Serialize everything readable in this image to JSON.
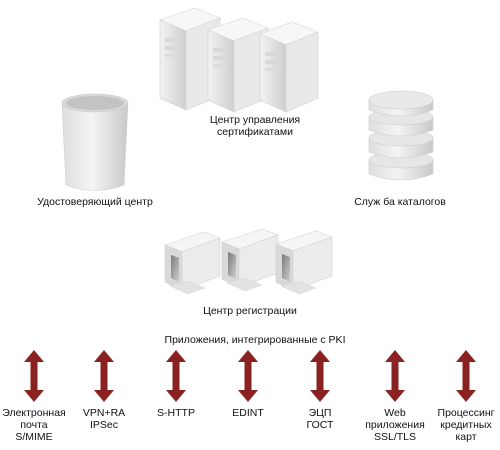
{
  "nodes": {
    "ca": {
      "label": "Удостоверяющий центр",
      "icon": "database-cylinder-icon"
    },
    "cms": {
      "label_line1": "Центр управления",
      "label_line2": "сертификатами",
      "icon": "server-towers-icon"
    },
    "directory": {
      "label": "Служ ба каталогов",
      "icon": "stacked-disk-icon"
    },
    "ra": {
      "label": "Центр регистрации",
      "icon": "workstation-terminals-icon"
    }
  },
  "applications_title": "Приложения, интегрированные с PKI",
  "applications": [
    {
      "lines": [
        "Электронная",
        "почта",
        "S/MIME"
      ]
    },
    {
      "lines": [
        "VPN+RA",
        "IPSec"
      ]
    },
    {
      "lines": [
        "S-HTTP"
      ]
    },
    {
      "lines": [
        "EDINT"
      ]
    },
    {
      "lines": [
        "ЭЦП",
        "ГОСТ"
      ]
    },
    {
      "lines": [
        "Web",
        "приложения",
        "SSL/TLS"
      ]
    },
    {
      "lines": [
        "Процессинг",
        "кредитных",
        "карт"
      ]
    }
  ],
  "colors": {
    "arrow": "#8b2222",
    "arrow_light": "#a93838"
  }
}
